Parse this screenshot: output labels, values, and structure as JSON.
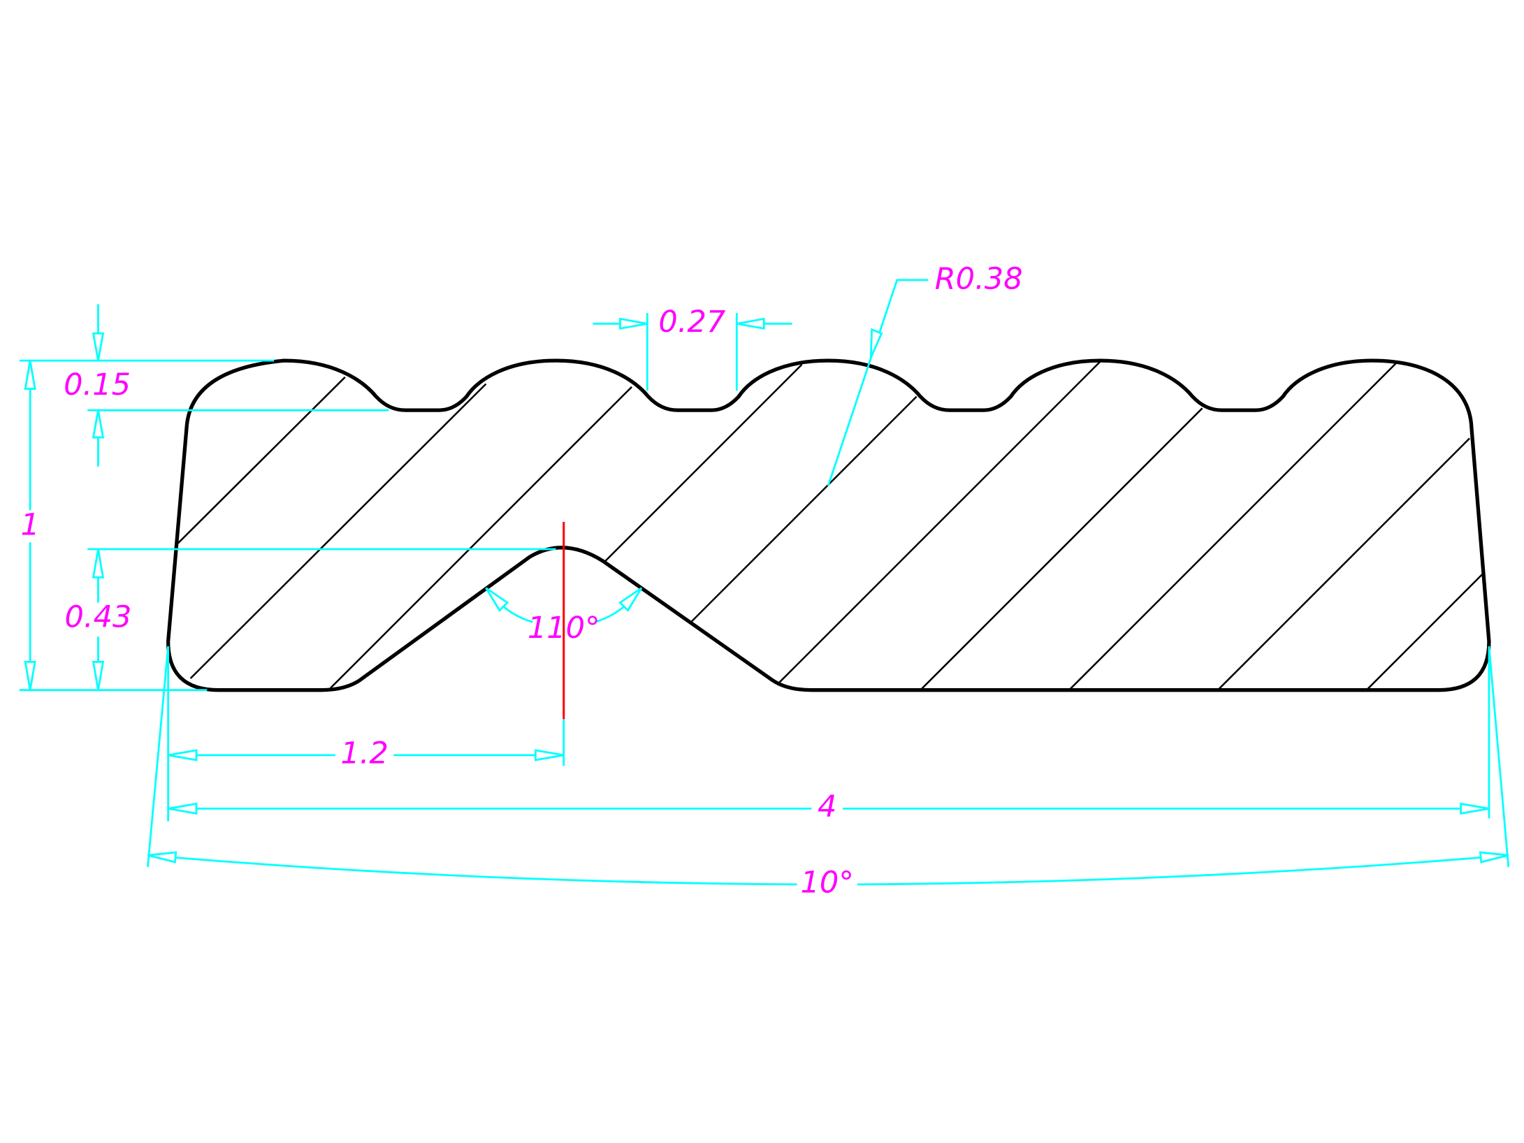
{
  "drawing": {
    "title": "Thread profile cross-section",
    "colors": {
      "outline": "#000000",
      "dimension": "#00ffff",
      "text": "#ff00ff",
      "centerline": "#ff0000"
    },
    "dimensions": {
      "tooth_depth": "0.15",
      "total_height": "1",
      "notch_height": "0.43",
      "trough_width": "0.27",
      "radius": "R0.38",
      "notch_angle": "110°",
      "notch_offset": "1.2",
      "total_length": "4",
      "taper_angle": "10°"
    }
  }
}
